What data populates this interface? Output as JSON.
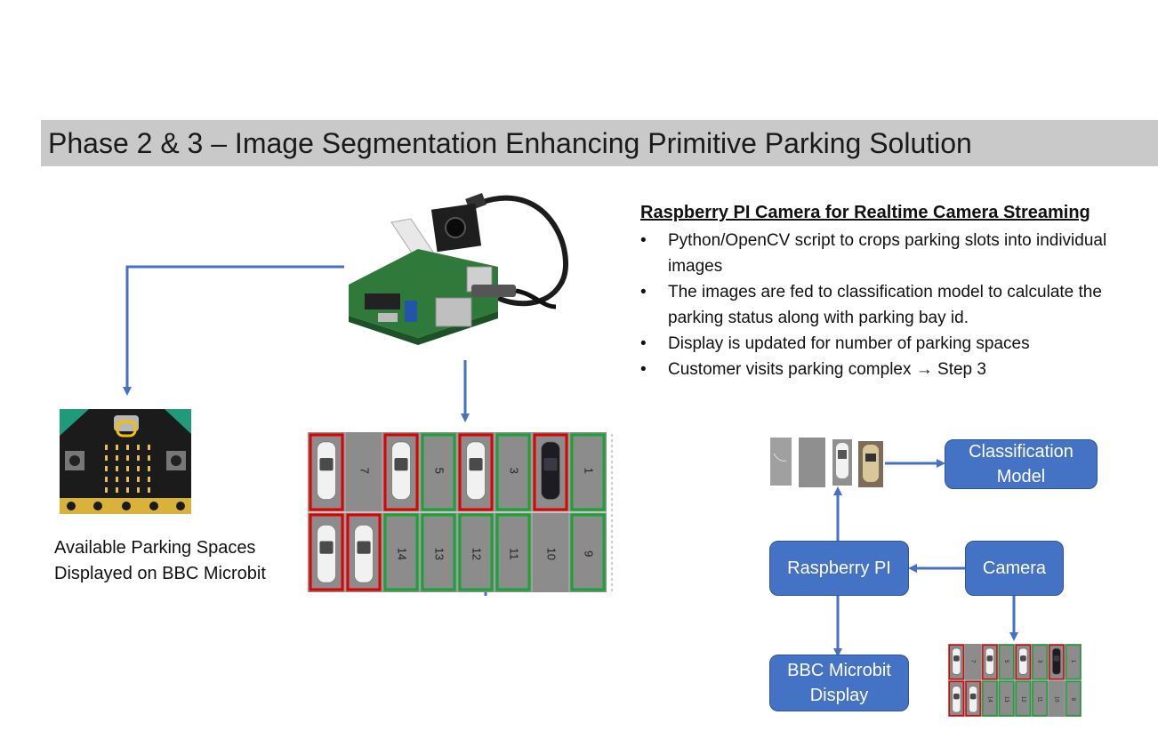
{
  "slide": {
    "title": "Phase 2 & 3 – Image Segmentation Enhancing Primitive Parking Solution"
  },
  "camera_section": {
    "heading": "Raspberry PI Camera for Realtime Camera Streaming",
    "bullets": [
      "Python/OpenCV script to crops parking slots into individual images",
      "The images are fed to classification model to calculate the parking status along with parking bay id.",
      "Display is updated for number of parking spaces",
      "Customer visits parking complex → Step 3"
    ]
  },
  "microbit_caption": "Available Parking Spaces\nDisplayed on BBC Microbit",
  "parking_lot": {
    "top_row": [
      "",
      "7",
      "",
      "5",
      "",
      "3",
      "",
      "1"
    ],
    "bottom_row": [
      "",
      "",
      "14",
      "13",
      "12",
      "11",
      "10",
      "9"
    ],
    "occupied_color": "#e00000",
    "free_color": "#17a336"
  },
  "flow_diagram": {
    "classification_model": "Classification\nModel",
    "raspberry_pi": "Raspberry PI",
    "camera": "Camera",
    "bbc_microbit_display": "BBC Microbit\nDisplay",
    "box_color": "#4472c4",
    "arrow_color": "#4472c4"
  }
}
